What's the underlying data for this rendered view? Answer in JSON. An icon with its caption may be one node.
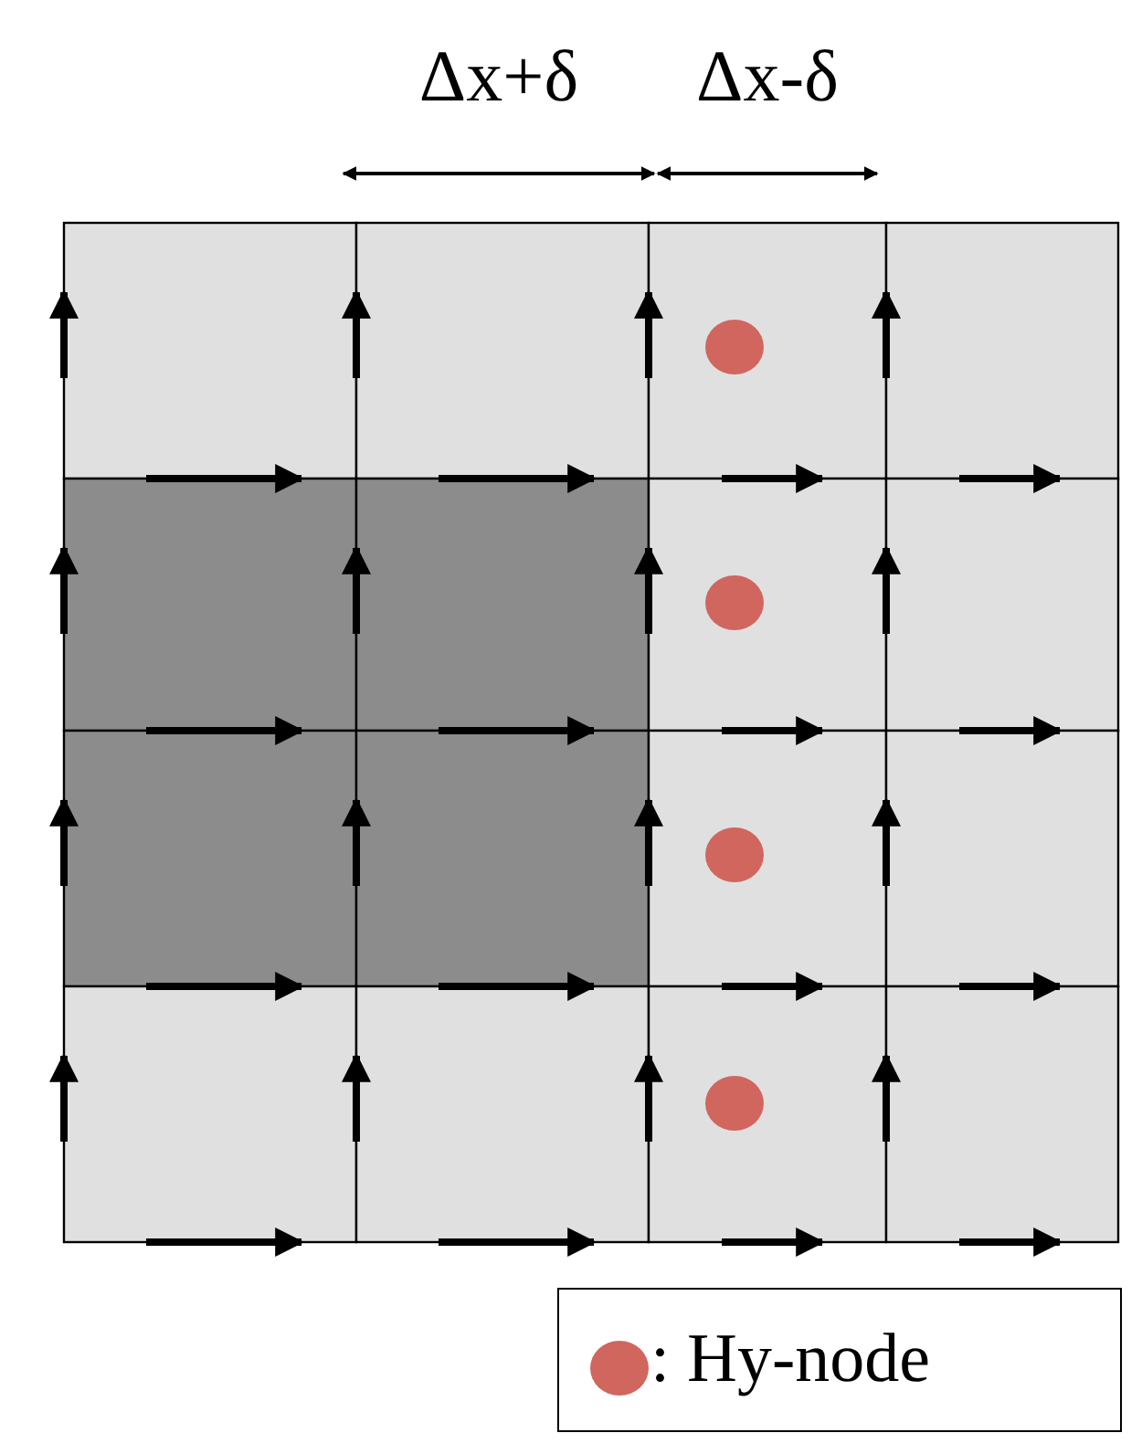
{
  "diagram": {
    "labels": [
      "Δx+δ",
      "Δx-δ"
    ],
    "legend": [
      {
        "text": ": Hy-node",
        "color": "#d0665e"
      }
    ]
  }
}
